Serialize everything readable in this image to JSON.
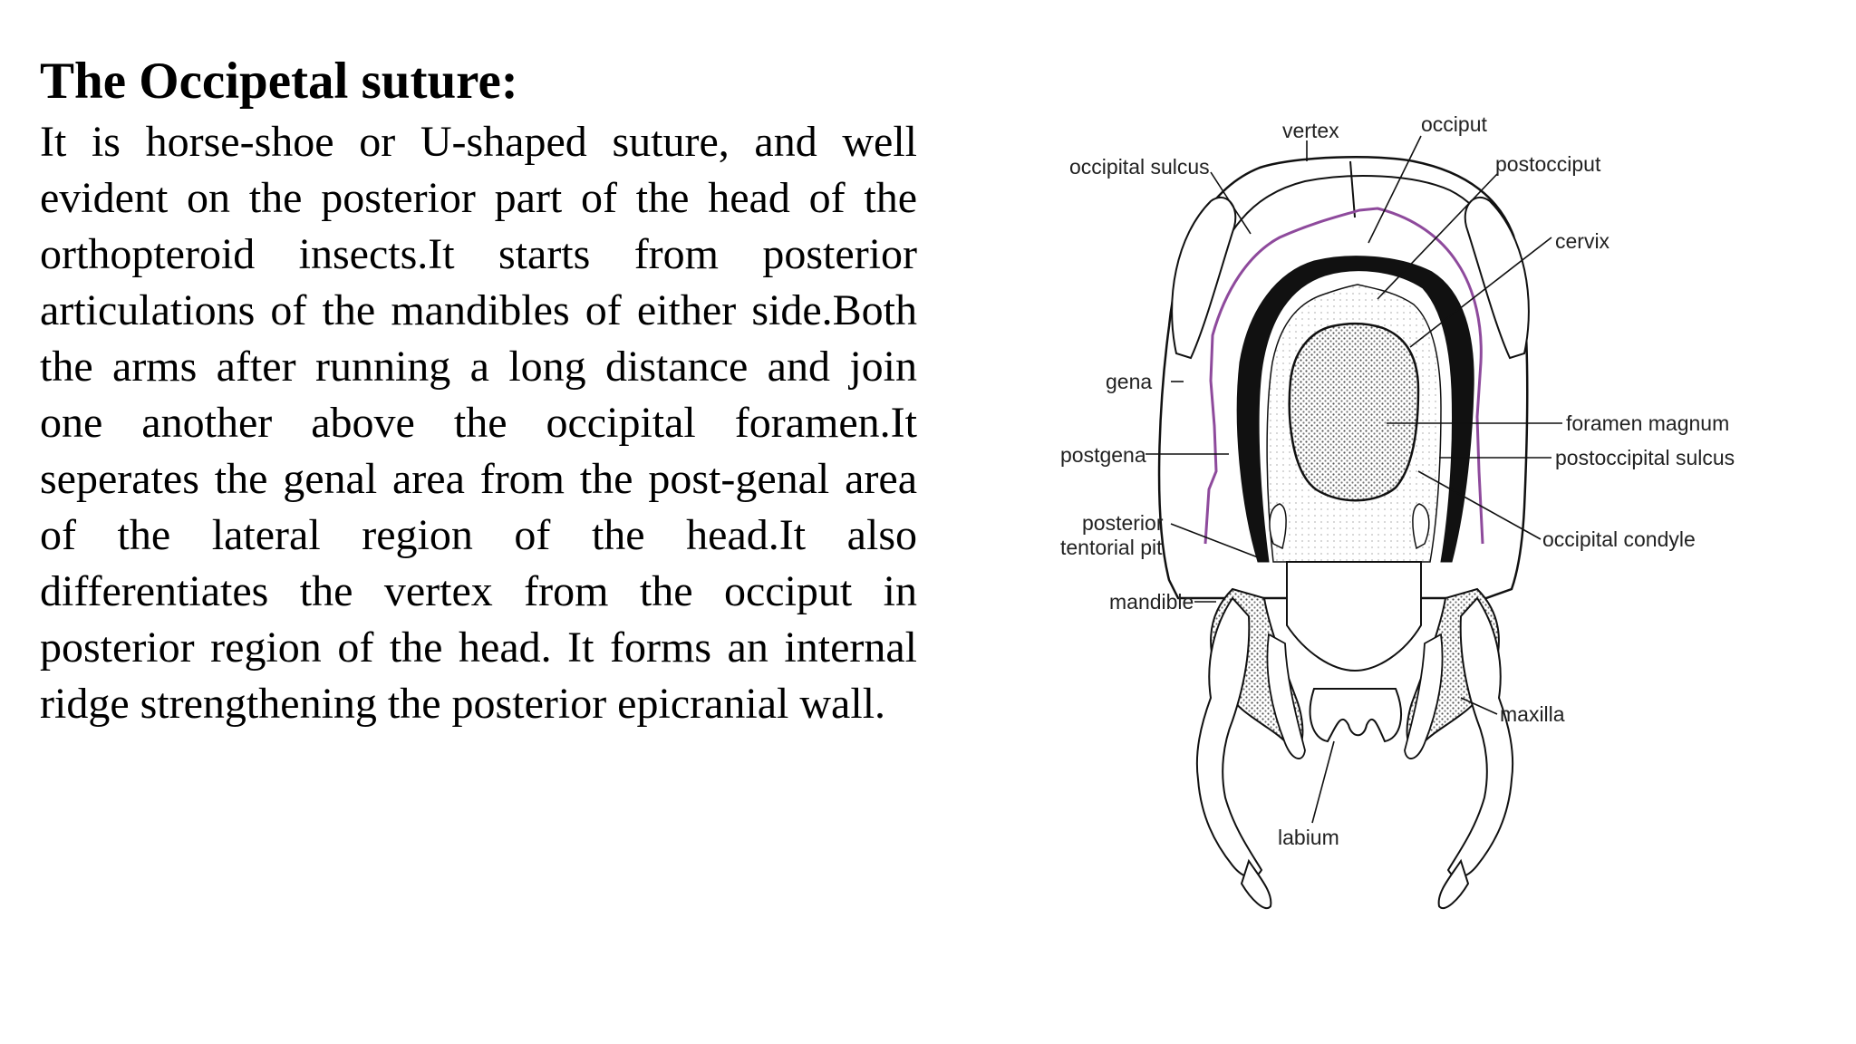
{
  "slide": {
    "title": "The Occipetal suture:",
    "body": "It is horse-shoe or U-shaped suture, and well evident on the posterior part of the head of the orthopteroid insects.It starts from posterior articulations of the mandibles of either side.Both the arms after running a long distance and join one another above the occipital foramen.It seperates the genal area from the post-genal area of the lateral region of the head.It also differentiates the vertex from the occiput in posterior region of the head. It forms an internal ridge strengthening the posterior epicranial wall."
  },
  "figure": {
    "labels": {
      "vertex": "vertex",
      "occiput": "occiput",
      "occipital_sulcus": "occipital sulcus",
      "postocciput": "postocciput",
      "cervix": "cervix",
      "gena": "gena",
      "foramen_magnum": "foramen magnum",
      "postgena": "postgena",
      "postoccipital_sulcus": "postoccipital sulcus",
      "posterior": "posterior",
      "tentorial_pit": "tentorial pit",
      "occipital_condyle": "occipital condyle",
      "mandible": "mandible",
      "maxilla": "maxilla",
      "labium": "labium"
    },
    "colors": {
      "suture_highlight": "#8e4a9c",
      "line": "#111111",
      "stipple": "#cfcfcf"
    }
  }
}
